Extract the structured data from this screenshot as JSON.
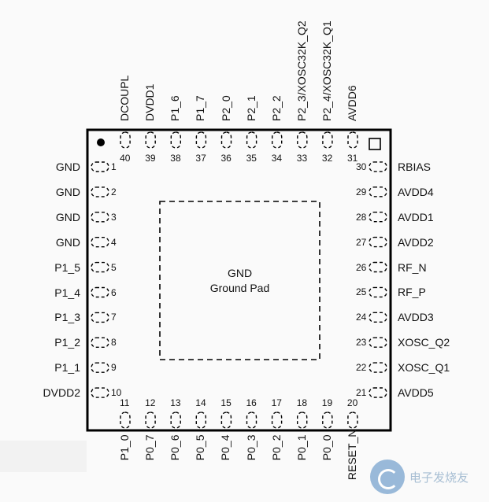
{
  "pins_left": [
    {
      "num": "1",
      "label": "GND"
    },
    {
      "num": "2",
      "label": "GND"
    },
    {
      "num": "3",
      "label": "GND"
    },
    {
      "num": "4",
      "label": "GND"
    },
    {
      "num": "5",
      "label": "P1_5"
    },
    {
      "num": "6",
      "label": "P1_4"
    },
    {
      "num": "7",
      "label": "P1_3"
    },
    {
      "num": "8",
      "label": "P1_2"
    },
    {
      "num": "9",
      "label": "P1_1"
    },
    {
      "num": "10",
      "label": "DVDD2"
    }
  ],
  "pins_bottom": [
    {
      "num": "11",
      "label": "P1_0"
    },
    {
      "num": "12",
      "label": "P0_7"
    },
    {
      "num": "13",
      "label": "P0_6"
    },
    {
      "num": "14",
      "label": "P0_5"
    },
    {
      "num": "15",
      "label": "P0_4"
    },
    {
      "num": "16",
      "label": "P0_3"
    },
    {
      "num": "17",
      "label": "P0_2"
    },
    {
      "num": "18",
      "label": "P0_1"
    },
    {
      "num": "19",
      "label": "P0_0"
    },
    {
      "num": "20",
      "label": "RESET_N"
    }
  ],
  "pins_right": [
    {
      "num": "21",
      "label": "AVDD5"
    },
    {
      "num": "22",
      "label": "XOSC_Q1"
    },
    {
      "num": "23",
      "label": "XOSC_Q2"
    },
    {
      "num": "24",
      "label": "AVDD3"
    },
    {
      "num": "25",
      "label": "RF_P"
    },
    {
      "num": "26",
      "label": "RF_N"
    },
    {
      "num": "27",
      "label": "AVDD2"
    },
    {
      "num": "28",
      "label": "AVDD1"
    },
    {
      "num": "29",
      "label": "AVDD4"
    },
    {
      "num": "30",
      "label": "RBIAS"
    }
  ],
  "pins_top": [
    {
      "num": "31",
      "label": "AVDD6"
    },
    {
      "num": "32",
      "label": "P2_4/XOSC32K_Q1"
    },
    {
      "num": "33",
      "label": "P2_3/XOSC32K_Q2"
    },
    {
      "num": "34",
      "label": "P2_2"
    },
    {
      "num": "35",
      "label": "P2_1"
    },
    {
      "num": "36",
      "label": "P2_0"
    },
    {
      "num": "37",
      "label": "P1_7"
    },
    {
      "num": "38",
      "label": "P1_6"
    },
    {
      "num": "39",
      "label": "DVDD1"
    },
    {
      "num": "40",
      "label": "DCOUPL"
    }
  ],
  "center": {
    "line1": "GND",
    "line2": "Ground Pad"
  },
  "watermark": {
    "text": "电子发烧友"
  }
}
